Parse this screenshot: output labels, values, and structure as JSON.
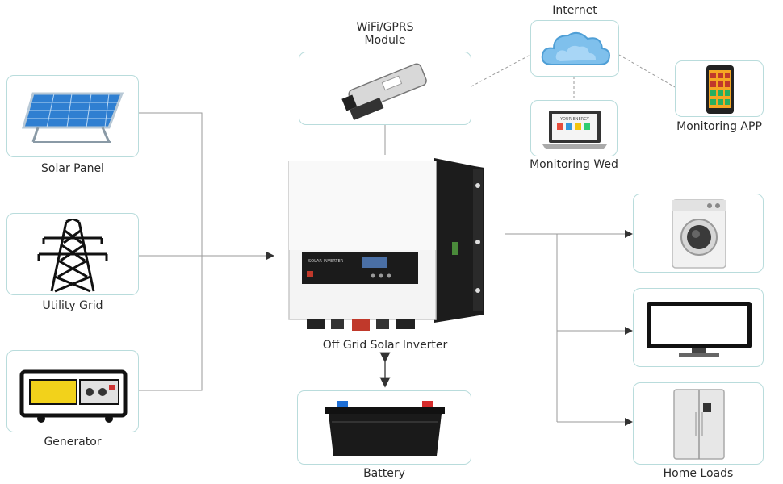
{
  "nodes": {
    "solar_panel": "Solar Panel",
    "utility_grid": "Utility Grid",
    "generator": "Generator",
    "wifi_module_line1": "WiFi/GPRS",
    "wifi_module_line2": "Module",
    "internet": "Internet",
    "monitoring_web": "Monitoring Wed",
    "monitoring_app": "Monitoring APP",
    "inverter": "Off Grid Solar Inverter",
    "battery": "Battery",
    "home_loads": "Home Loads"
  },
  "inverter_panel_text": "SOLAR INVERTER",
  "laptop_screen_text": "YOUR ENERGY",
  "colors": {
    "border": "#b9dcdc",
    "line": "#9a9a9a",
    "solar": "#2f7fd1",
    "generator": "#f2d21b",
    "cloud": "#7fc0ec"
  }
}
